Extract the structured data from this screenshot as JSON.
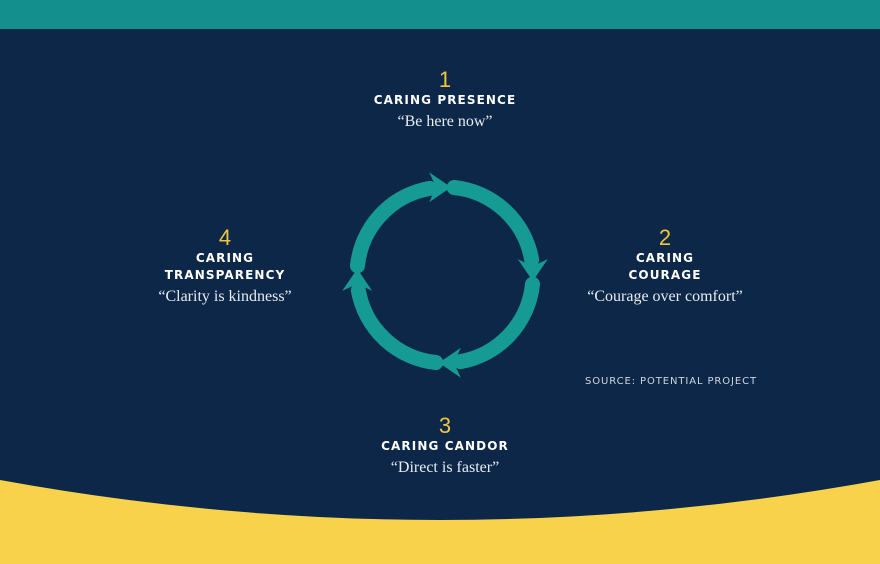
{
  "colors": {
    "background": "#0c2747",
    "top_band": "#13908e",
    "bottom_wave": "#f8d24b",
    "cycle_arrows": "#159b94",
    "numbers": "#f2c53d",
    "text": "#ffffff"
  },
  "cycle": {
    "icon": "circular-arrows-icon",
    "direction": "clockwise"
  },
  "stages": [
    {
      "number": "1",
      "title_lines": [
        "CARING PRESENCE"
      ],
      "quote": "“Be here now”"
    },
    {
      "number": "2",
      "title_lines": [
        "CARING",
        "COURAGE"
      ],
      "quote": "“Courage over comfort”"
    },
    {
      "number": "3",
      "title_lines": [
        "CARING CANDOR"
      ],
      "quote": "“Direct is faster”"
    },
    {
      "number": "4",
      "title_lines": [
        "CARING",
        "TRANSPARENCY"
      ],
      "quote": "“Clarity is kindness”"
    }
  ],
  "source": "SOURCE: POTENTIAL PROJECT"
}
